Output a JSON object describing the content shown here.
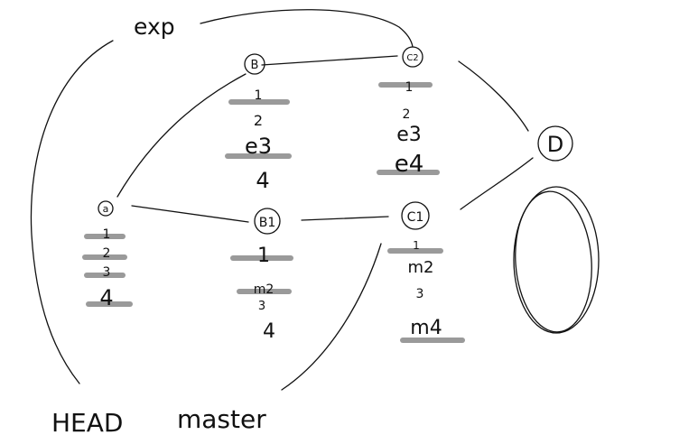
{
  "labels": {
    "exp": "exp",
    "head": "HEAD",
    "master": "master"
  },
  "nodes": {
    "a": "a",
    "b": "B",
    "c2": "C2",
    "b1": "B1",
    "c1": "C1",
    "d": "D"
  },
  "stacks": {
    "a": [
      "1",
      "2",
      "3",
      "4"
    ],
    "b": [
      "1",
      "2",
      "e3",
      "4"
    ],
    "c2": [
      "1",
      "2",
      "e3",
      "e4"
    ],
    "b1": [
      "1",
      "m2",
      "3",
      "4"
    ],
    "c1": [
      "1",
      "m2",
      "3",
      "m4"
    ]
  },
  "colors": {
    "ink": "#111111",
    "highlight": "#8f8f8f"
  }
}
